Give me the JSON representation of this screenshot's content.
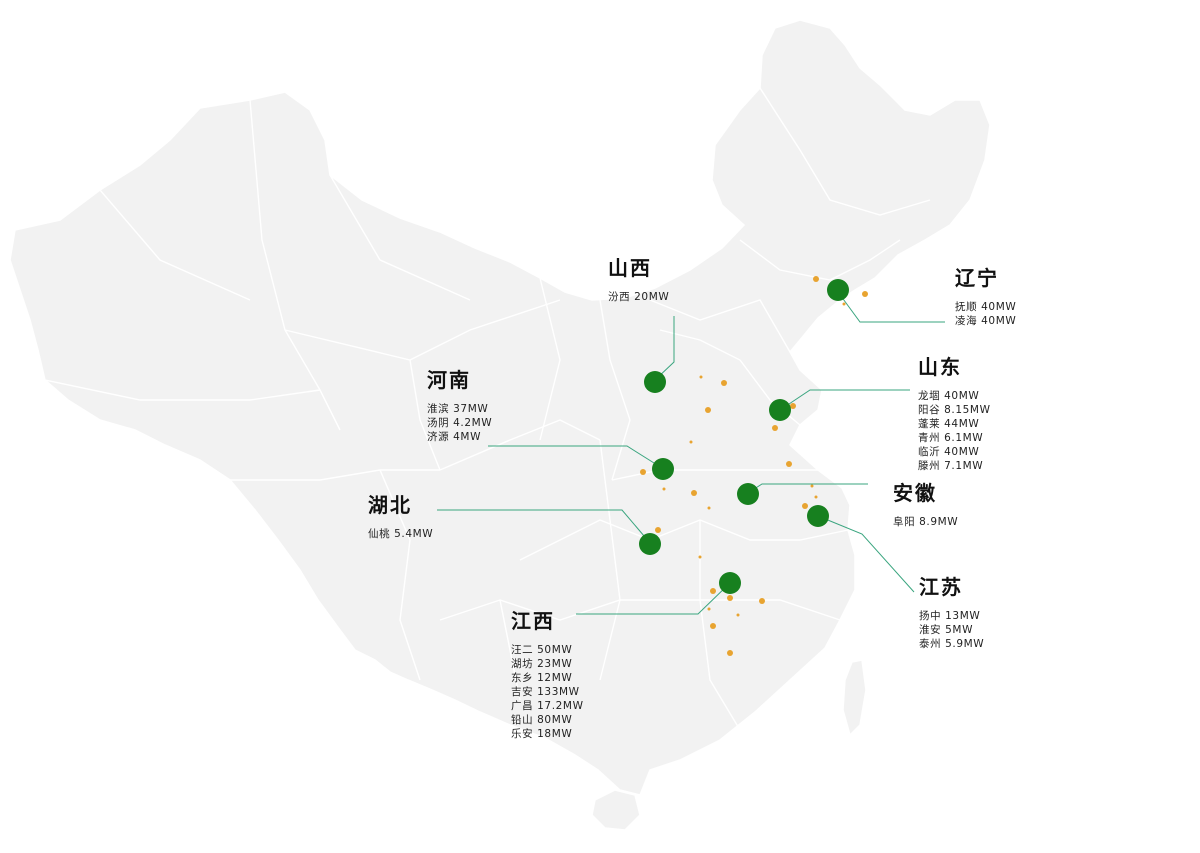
{
  "colors": {
    "land": "#f2f2f2",
    "border": "#ffffff",
    "main_dot": "#17801f",
    "minor_dot": "#e8a431",
    "leader": "#3aa57f"
  },
  "provinces": [
    {
      "id": "shanxi",
      "name": "山西",
      "items": [
        "汾西 20MW"
      ]
    },
    {
      "id": "liaoning",
      "name": "辽宁",
      "items": [
        "抚顺 40MW",
        "凌海 40MW"
      ]
    },
    {
      "id": "shandong",
      "name": "山东",
      "items": [
        "龙堌 40MW",
        "阳谷 8.15MW",
        "蓬莱 44MW",
        "青州 6.1MW",
        "临沂 40MW",
        "滕州 7.1MW"
      ]
    },
    {
      "id": "henan",
      "name": "河南",
      "items": [
        "淮滨 37MW",
        "汤阴 4.2MW",
        "济源 4MW"
      ]
    },
    {
      "id": "anhui",
      "name": "安徽",
      "items": [
        "阜阳 8.9MW"
      ]
    },
    {
      "id": "hubei",
      "name": "湖北",
      "items": [
        "仙桃 5.4MW"
      ]
    },
    {
      "id": "jiangsu",
      "name": "江苏",
      "items": [
        "扬中 13MW",
        "淮安 5MW",
        "泰州 5.9MW"
      ]
    },
    {
      "id": "jiangxi",
      "name": "江西",
      "items": [
        "汪二 50MW",
        "湖坊 23MW",
        "东乡 12MW",
        "吉安 133MW",
        "广昌 17.2MW",
        "铅山 80MW",
        "乐安 18MW"
      ]
    }
  ]
}
